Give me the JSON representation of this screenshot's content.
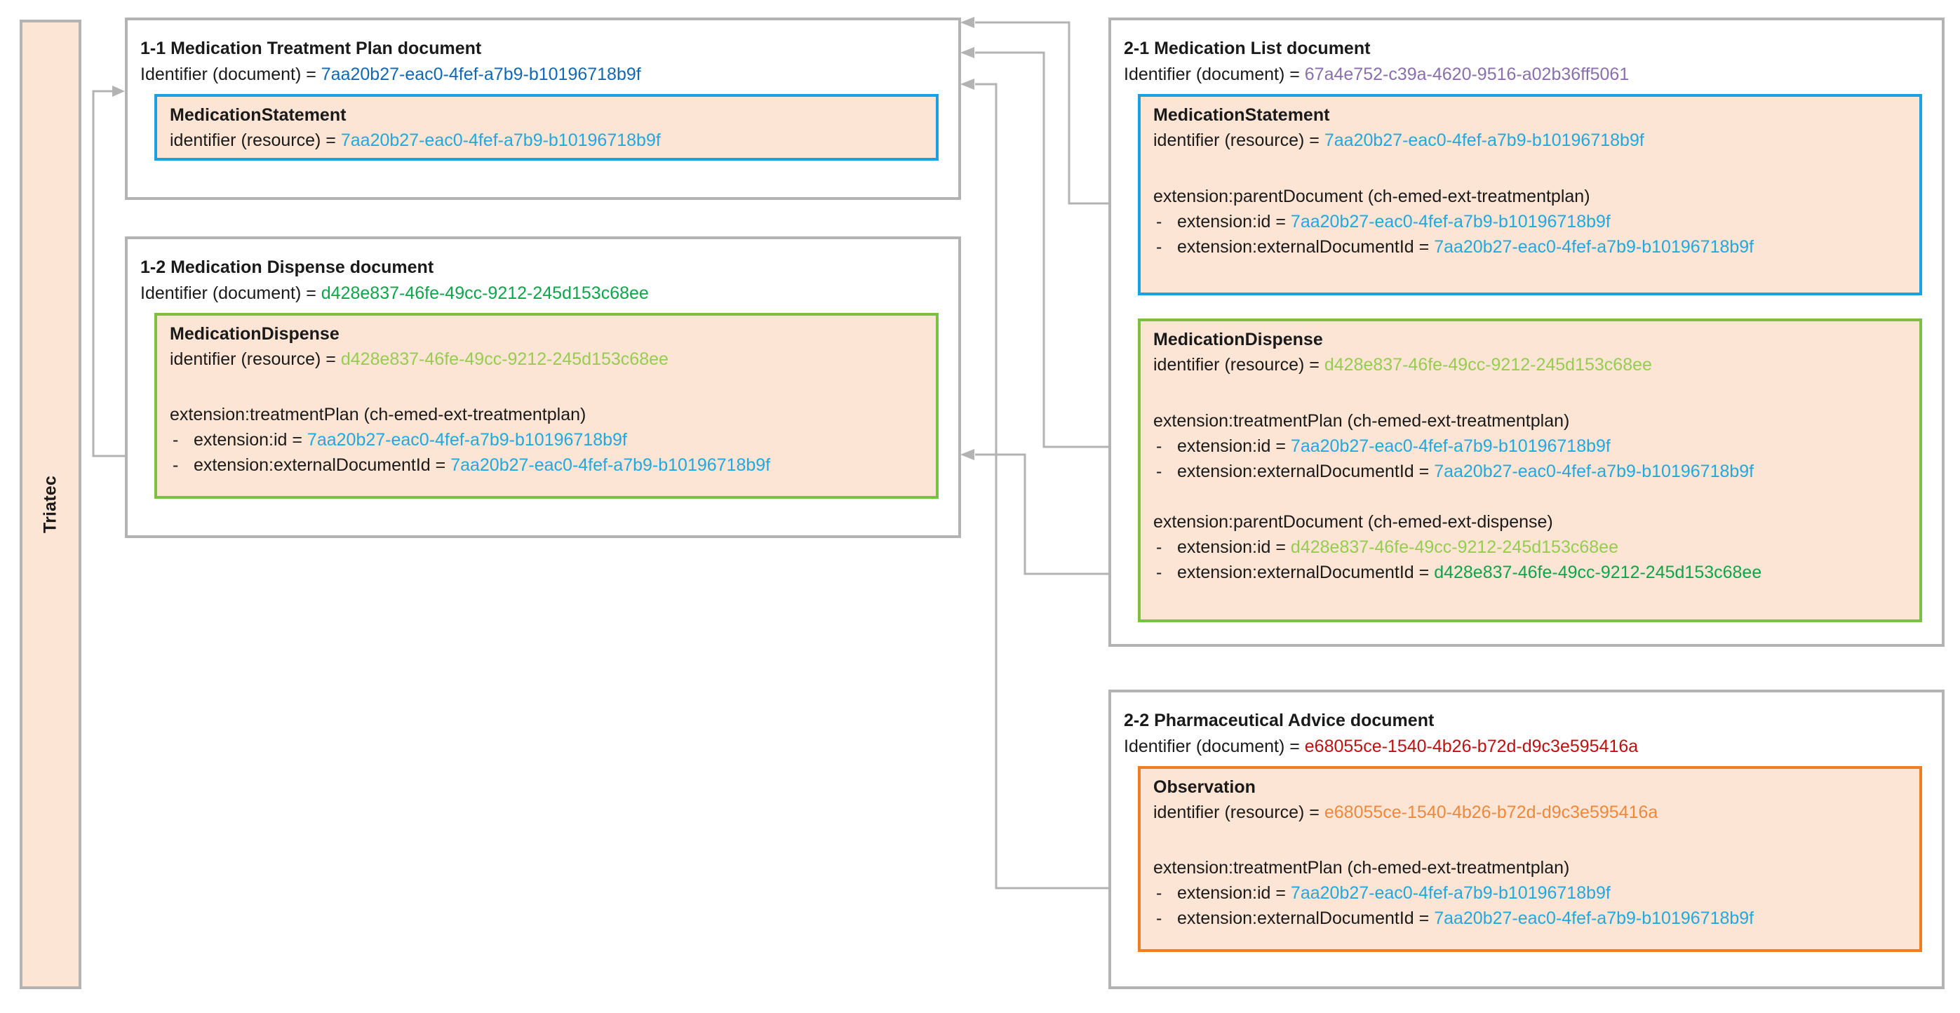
{
  "lane": {
    "label": "Triatec"
  },
  "colors": {
    "lane_fill": "#fce5d4",
    "box_border": "#b3b3b3",
    "resource_fill": "#fce5d4",
    "blue": "#1ba1e2",
    "green": "#7ac143",
    "orange": "#f07d22",
    "uuid_blue_dark": "#1268b3",
    "uuid_blue_light": "#22a8e0",
    "uuid_green_dark": "#0ea54a",
    "uuid_green_light": "#96cc50",
    "uuid_purple": "#8a6fae",
    "uuid_red": "#bf1010",
    "uuid_orange": "#f0883c"
  },
  "uuids": {
    "treatmentplan": "7aa20b27-eac0-4fef-a7b9-b10196718b9f",
    "dispense": "d428e837-46fe-49cc-9212-245d153c68ee",
    "medlist": "67a4e752-c39a-4620-9516-a02b36ff5061",
    "pharmadvice": "e68055ce-1540-4b26-b72d-d9c3e595416a"
  },
  "labels": {
    "identifier_document": "Identifier (document) = ",
    "identifier_resource": "identifier (resource) = ",
    "ext_id": "extension:id = ",
    "ext_externaldocid": "extension:externalDocumentId = ",
    "dash": "-"
  },
  "documents": [
    {
      "id": "doc-1-1",
      "title": "1-1 Medication Treatment Plan document",
      "identifier_label": "Identifier (document) = ",
      "identifier_value": "7aa20b27-eac0-4fef-a7b9-b10196718b9f",
      "resources": [
        {
          "id": "res-1-1-medicationstatement",
          "name": "MedicationStatement",
          "identifier_label": "identifier (resource) = ",
          "identifier_value": "7aa20b27-eac0-4fef-a7b9-b10196718b9f",
          "extensions": []
        }
      ]
    },
    {
      "id": "doc-1-2",
      "title": "1-2 Medication Dispense document",
      "identifier_label": "Identifier (document) = ",
      "identifier_value": "d428e837-46fe-49cc-9212-245d153c68ee",
      "resources": [
        {
          "id": "res-1-2-medicationdispense",
          "name": "MedicationDispense",
          "identifier_label": "identifier (resource) = ",
          "identifier_value": "d428e837-46fe-49cc-9212-245d153c68ee",
          "extensions": [
            {
              "header": "extension:treatmentPlan (ch-emed-ext-treatmentplan)",
              "id_label": "extension:id = ",
              "id_value": "7aa20b27-eac0-4fef-a7b9-b10196718b9f",
              "extdoc_label": "extension:externalDocumentId = ",
              "extdoc_value": "7aa20b27-eac0-4fef-a7b9-b10196718b9f"
            }
          ]
        }
      ]
    },
    {
      "id": "doc-2-1",
      "title": "2-1 Medication List document",
      "identifier_label": "Identifier (document) = ",
      "identifier_value": "67a4e752-c39a-4620-9516-a02b36ff5061",
      "resources": [
        {
          "id": "res-2-1-medicationstatement",
          "name": "MedicationStatement",
          "identifier_label": "identifier (resource) = ",
          "identifier_value": "7aa20b27-eac0-4fef-a7b9-b10196718b9f",
          "extensions": [
            {
              "header": "extension:parentDocument (ch-emed-ext-treatmentplan)",
              "id_label": "extension:id = ",
              "id_value": "7aa20b27-eac0-4fef-a7b9-b10196718b9f",
              "extdoc_label": "extension:externalDocumentId = ",
              "extdoc_value": "7aa20b27-eac0-4fef-a7b9-b10196718b9f"
            }
          ]
        },
        {
          "id": "res-2-1-medicationdispense",
          "name": "MedicationDispense",
          "identifier_label": "identifier (resource) = ",
          "identifier_value": "d428e837-46fe-49cc-9212-245d153c68ee",
          "extensions": [
            {
              "header": "extension:treatmentPlan (ch-emed-ext-treatmentplan)",
              "id_label": "extension:id = ",
              "id_value": "7aa20b27-eac0-4fef-a7b9-b10196718b9f",
              "extdoc_label": "extension:externalDocumentId = ",
              "extdoc_value": "7aa20b27-eac0-4fef-a7b9-b10196718b9f"
            },
            {
              "header": "extension:parentDocument (ch-emed-ext-dispense)",
              "id_label": "extension:id = ",
              "id_value": "d428e837-46fe-49cc-9212-245d153c68ee",
              "extdoc_label": "extension:externalDocumentId = ",
              "extdoc_value": "d428e837-46fe-49cc-9212-245d153c68ee"
            }
          ]
        }
      ]
    },
    {
      "id": "doc-2-2",
      "title": "2-2 Pharmaceutical Advice document",
      "identifier_label": "Identifier (document) = ",
      "identifier_value": "e68055ce-1540-4b26-b72d-d9c3e595416a",
      "resources": [
        {
          "id": "res-2-2-observation",
          "name": "Observation",
          "identifier_label": "identifier (resource) = ",
          "identifier_value": "e68055ce-1540-4b26-b72d-d9c3e595416a",
          "extensions": [
            {
              "header": "extension:treatmentPlan (ch-emed-ext-treatmentplan)",
              "id_label": "extension:id = ",
              "id_value": "7aa20b27-eac0-4fef-a7b9-b10196718b9f",
              "extdoc_label": "extension:externalDocumentId = ",
              "extdoc_value": "7aa20b27-eac0-4fef-a7b9-b10196718b9f"
            }
          ]
        }
      ]
    }
  ]
}
